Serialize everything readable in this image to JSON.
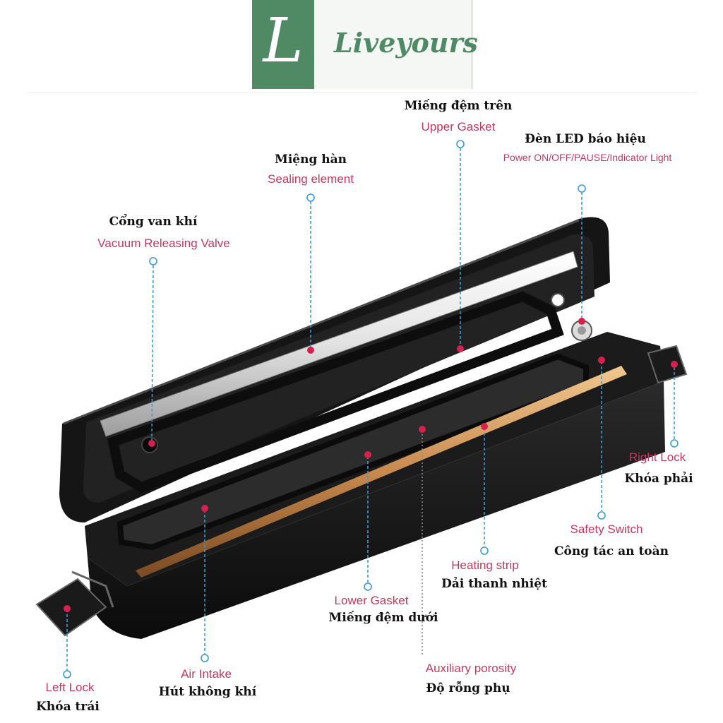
{
  "logo": {
    "letter": "L",
    "name": "Liveyours"
  },
  "colors": {
    "brand": "#4f8a64",
    "label_en": "#c0395e",
    "leader": "#3a9bd0",
    "marker": "#d6204e"
  },
  "labels": {
    "vacuum_valve": {
      "vi": "Cổng van khí",
      "en": "Vacuum Releasing Valve"
    },
    "sealing_element": {
      "vi": "Miệng hàn",
      "en": "Sealing element"
    },
    "upper_gasket": {
      "vi": "Miếng đệm trên",
      "en": "Upper Gasket"
    },
    "led": {
      "vi": "Đèn LED báo hiệu",
      "en": "Power ON/OFF/PAUSE/Indicator Light"
    },
    "right_lock": {
      "en": "Right Lock",
      "vi": "Khóa phải"
    },
    "safety_switch": {
      "en": "Safety Switch",
      "vi": "Công tác an toàn"
    },
    "heating_strip": {
      "en": "Heating strip",
      "vi": "Dải thanh nhiệt"
    },
    "lower_gasket": {
      "en": "Lower Gasket",
      "vi": "Miếng đệm dưới"
    },
    "air_intake": {
      "en": "Air Intake",
      "vi": "Hút không khí"
    },
    "left_lock": {
      "en": "Left Lock",
      "vi": "Khóa trái"
    },
    "aux_porosity": {
      "en": "Auxiliary porosity",
      "vi": "Độ rỗng phụ"
    }
  }
}
